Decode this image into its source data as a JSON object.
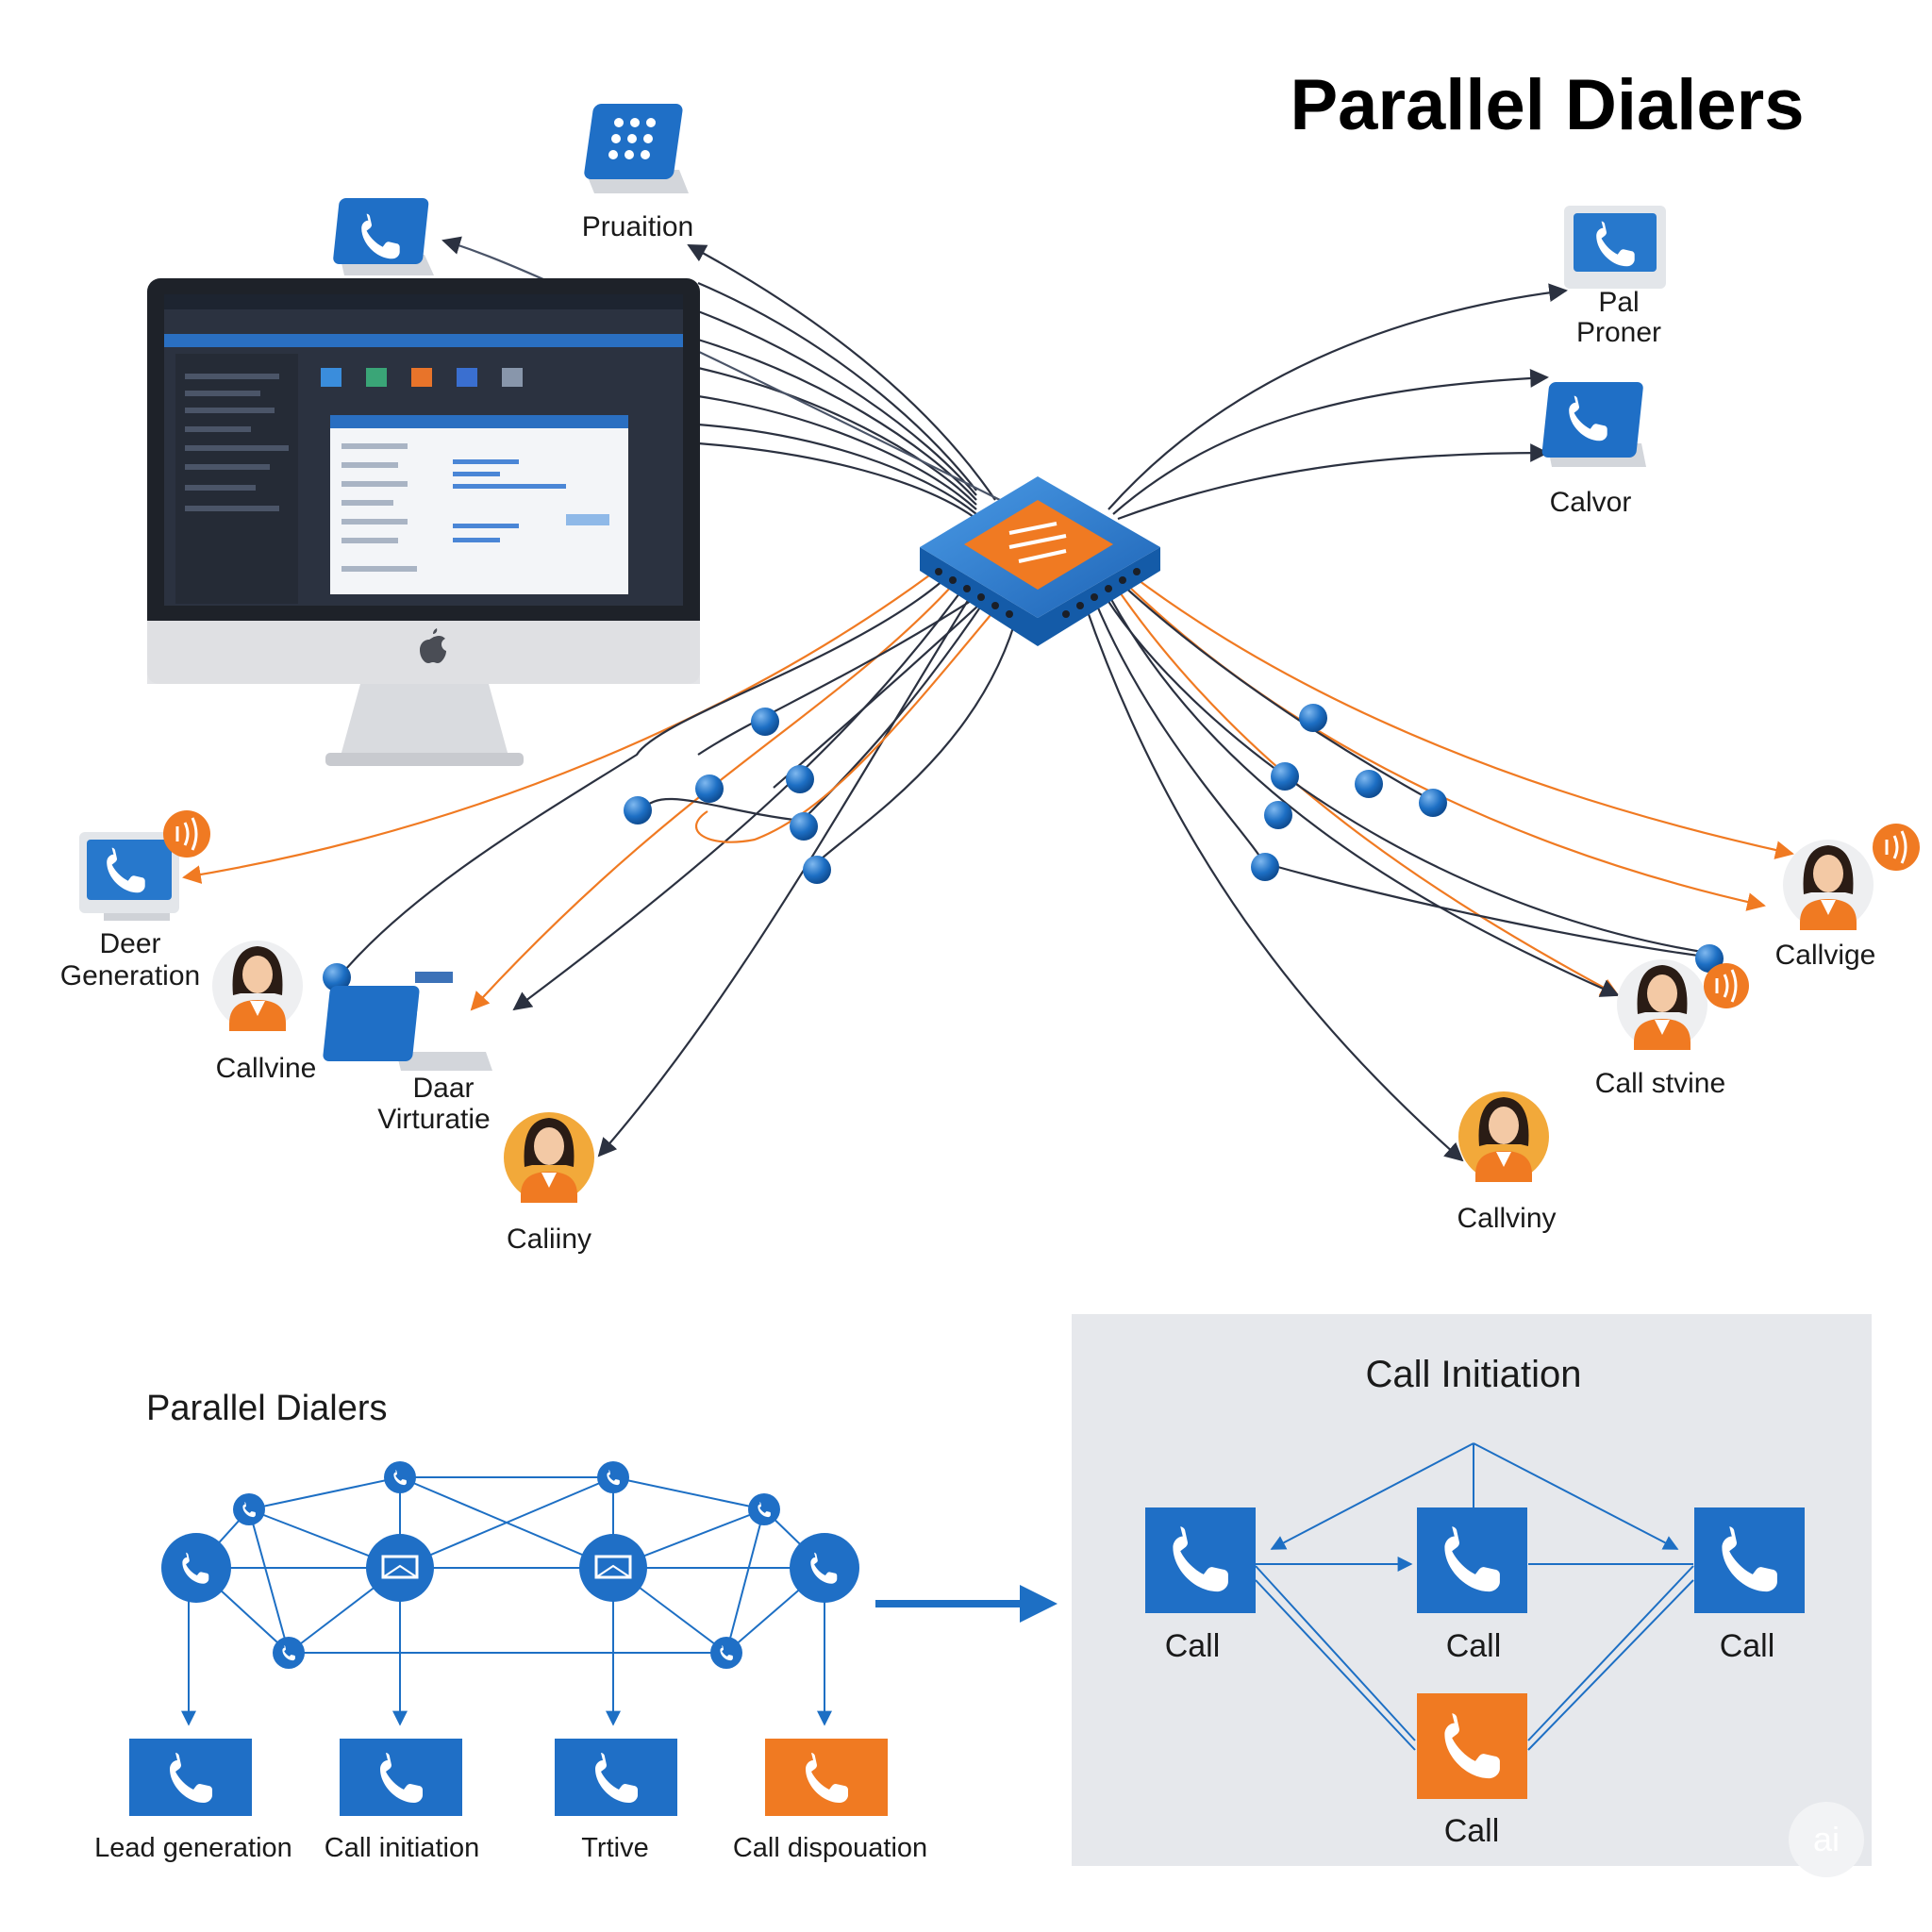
{
  "title": "Parallel Dialers",
  "colors": {
    "blue": "#1d6fc4",
    "blue_light": "#3e8fdf",
    "orange": "#f07a22",
    "dark_line": "#2b3140",
    "panel_bg": "#e6e8ec"
  },
  "top_nodes": [
    {
      "id": "pruaition",
      "label": "Pruaition",
      "icon": "dialpad-phone-icon"
    },
    {
      "id": "monitor-phone",
      "label": "",
      "icon": "phone-icon"
    },
    {
      "id": "pal-proner",
      "label": [
        "Pal",
        "Proner"
      ],
      "icon": "phone-icon"
    },
    {
      "id": "calvor",
      "label": "Calvor",
      "icon": "phone-icon"
    },
    {
      "id": "deer-generation",
      "label": [
        "Deer",
        "Generation"
      ],
      "icon": "phone-monitor-icon"
    },
    {
      "id": "callvine-left",
      "label": "Callvine",
      "icon": "agent-avatar-icon"
    },
    {
      "id": "daar-virturatie",
      "label": [
        "Daar",
        "Virturatie"
      ],
      "icon": "phone-icon"
    },
    {
      "id": "caliiny",
      "label": "Caliiny",
      "icon": "agent-avatar-icon"
    },
    {
      "id": "callvige",
      "label": "Callvige",
      "icon": "agent-avatar-icon"
    },
    {
      "id": "call-stvine",
      "label": "Call stvine",
      "icon": "agent-avatar-icon"
    },
    {
      "id": "callviny",
      "label": "Callviny",
      "icon": "agent-avatar-icon"
    }
  ],
  "bottom_left": {
    "title": "Parallel Dialers",
    "stages": [
      "Lead generation",
      "Call initiation",
      "Trtive",
      "Call dispouation"
    ]
  },
  "bottom_right": {
    "title": "Call Initiation",
    "calls": [
      "Call",
      "Call",
      "Call",
      "Call"
    ]
  },
  "watermark": "ai"
}
